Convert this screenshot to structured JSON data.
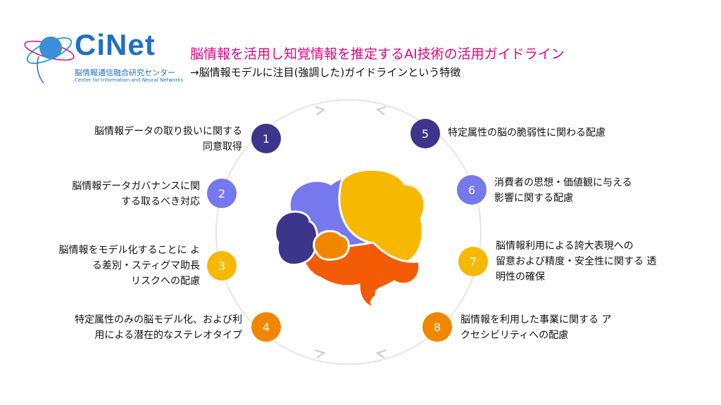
{
  "logo": {
    "name": "CiNet",
    "jp": "脳情報通信融合研究センター",
    "en": "Center for Information and Neural Networks"
  },
  "header": {
    "title": "脳情報を活用し知覚情報を推定するAI技術の活用ガイドライン",
    "subtitle": "→脳情報モデルに注目(強調した)ガイドラインという特徴"
  },
  "colors": {
    "title": "#e4007f",
    "dark_purple": "#3d348b",
    "light_purple": "#7678ed",
    "yellow": "#f7b801",
    "orange": "#f18701",
    "red_orange": "#f35b04"
  },
  "items": [
    {
      "number": "1",
      "text": "脳情報データの取り扱いに関する\n同意取得"
    },
    {
      "number": "2",
      "text": "脳情報データガバナンスに関\nする取るべき対応"
    },
    {
      "number": "3",
      "text": "脳情報をモデル化することに よ\nる差別・スティグマ助長\nリスクへの配慮"
    },
    {
      "number": "4",
      "text": "特定属性のみの脳モデル化、および利\n用による潜在的なステレオタイプ"
    },
    {
      "number": "5",
      "text": "特定属性の脳の脆弱性に関わる配慮"
    },
    {
      "number": "6",
      "text": "消費者の思想・価値観に与える\n影響に関する配慮"
    },
    {
      "number": "7",
      "text": "脳情報利用による誇大表現への\n留意および精度・安全性に関する 透\n明性の確保"
    },
    {
      "number": "8",
      "text": "脳情報を利用した事業に関する ア\nクセシビリティへの配慮"
    }
  ]
}
